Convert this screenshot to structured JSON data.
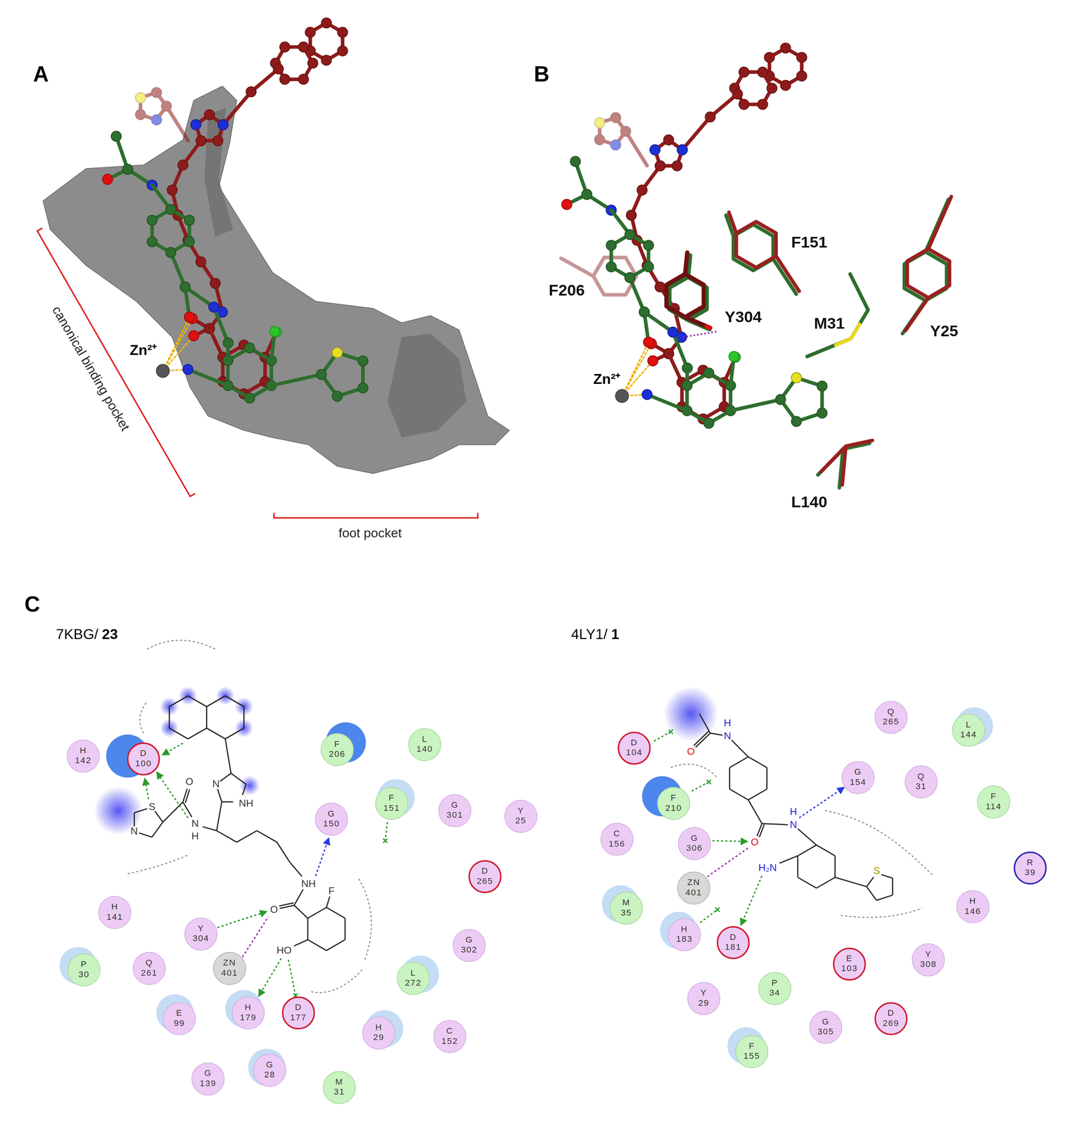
{
  "diagram": {
    "nodes": [
      {
        "text": [
          "H 142"
        ]
      },
      {
        "text": [
          "D 100"
        ]
      },
      {
        "text": [
          "F 206"
        ]
      },
      {
        "text": [
          "L 140"
        ]
      },
      {
        "text": [
          "F 151"
        ]
      },
      {
        "text": [
          "G 150"
        ]
      },
      {
        "text": [
          "G 301"
        ]
      },
      {
        "text": [
          "Y 25"
        ]
      },
      {
        "text": [
          "D 265"
        ]
      },
      {
        "text": [
          "H 141"
        ]
      },
      {
        "text": [
          "Y 304"
        ]
      },
      {
        "text": [
          "P 30"
        ]
      },
      {
        "text": [
          "Q 261"
        ]
      },
      {
        "text": [
          "ZN 401"
        ]
      },
      {
        "text": [
          "G 302"
        ]
      },
      {
        "text": [
          "L 272"
        ]
      },
      {
        "text": [
          "E 99"
        ]
      },
      {
        "text": [
          "H 179"
        ]
      },
      {
        "text": [
          "D 177"
        ]
      },
      {
        "text": [
          "H 29"
        ]
      },
      {
        "text": [
          "C 152"
        ]
      },
      {
        "text": [
          "G 28"
        ]
      },
      {
        "text": [
          "G 139"
        ]
      },
      {
        "text": [
          "M 31"
        ]
      },
      {
        "text": [
          "Q 265"
        ]
      },
      {
        "text": [
          "L 144"
        ]
      },
      {
        "text": [
          "D 104"
        ]
      },
      {
        "text": [
          "G 154"
        ]
      },
      {
        "text": [
          "Q 31"
        ]
      },
      {
        "text": [
          "F 114"
        ]
      },
      {
        "text": [
          "F 210"
        ]
      },
      {
        "text": [
          "C 156"
        ]
      },
      {
        "text": [
          "G 306"
        ]
      },
      {
        "text": [
          "R 39"
        ]
      },
      {
        "text": [
          "ZN 401"
        ]
      },
      {
        "text": [
          "H 146"
        ]
      },
      {
        "text": [
          "M 35"
        ]
      },
      {
        "text": [
          "H 183"
        ]
      },
      {
        "text": [
          "D 181"
        ]
      },
      {
        "text": [
          "E 103"
        ]
      },
      {
        "text": [
          "Y 308"
        ]
      },
      {
        "text": [
          "Y 29"
        ]
      },
      {
        "text": [
          "P 34"
        ]
      },
      {
        "text": [
          "G 305"
        ]
      },
      {
        "text": [
          "D 269"
        ]
      },
      {
        "text": [
          "F 155"
        ]
      }
    ],
    "labels": [
      "A",
      "canonical binding pocket",
      "Zn²⁺",
      "foot pocket",
      "B",
      "F151",
      "F206",
      "Y304",
      "M31",
      "Y25",
      "Zn²⁺",
      "L140",
      "C",
      "7KBG/",
      "23",
      "4LY1/",
      "1",
      "S",
      "N",
      "O",
      "N",
      "H",
      "N",
      "NH",
      "NH",
      "O",
      "F",
      "HO",
      "H",
      "N",
      "O",
      "H",
      "N",
      "O",
      "H₂N",
      "S"
    ]
  }
}
